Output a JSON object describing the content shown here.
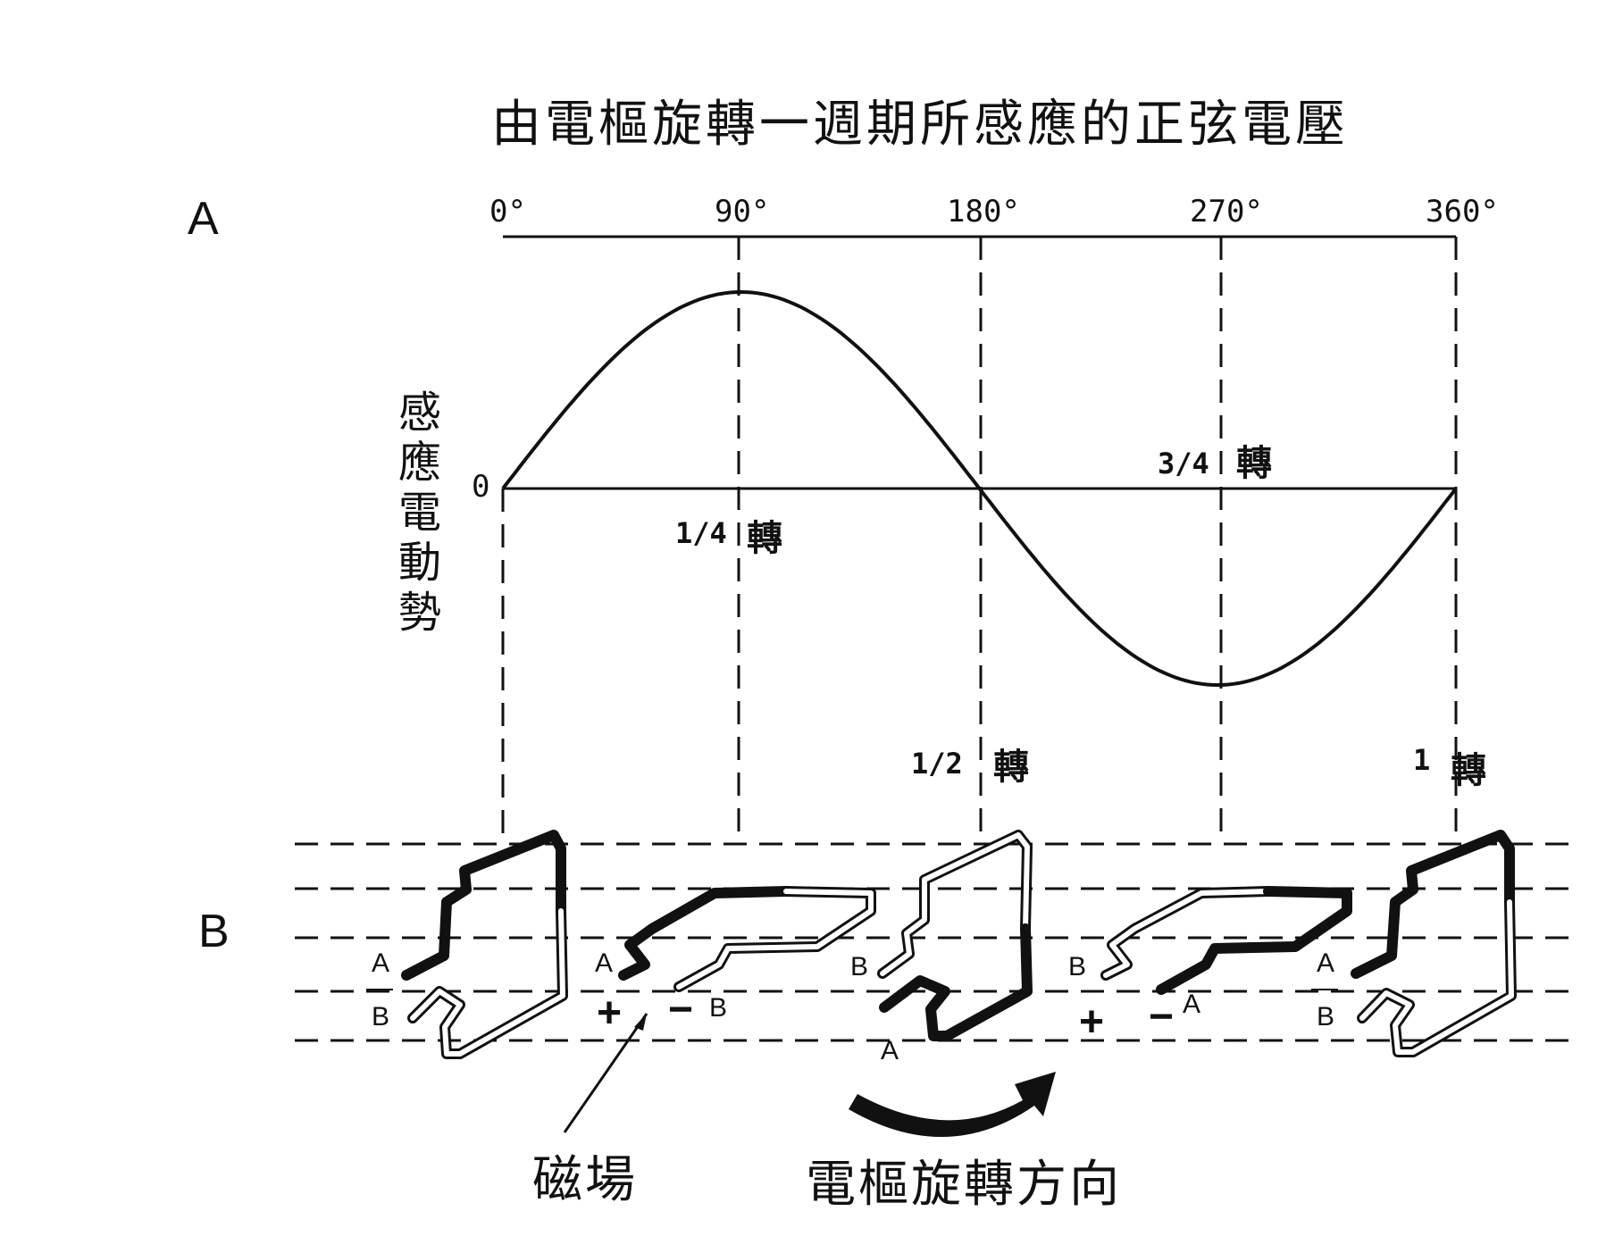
{
  "title": "由電樞旋轉一週期所感應的正弦電壓",
  "panel_a_label": "A",
  "panel_b_label": "B",
  "y_axis_label": [
    "感",
    "應",
    "電",
    "動",
    "勢"
  ],
  "zero_label": "0",
  "degree_labels": [
    "0°",
    "90°",
    "180°",
    "270°",
    "360°"
  ],
  "turn_labels": [
    {
      "fraction": "1/4",
      "char": "轉"
    },
    {
      "fraction": "1/2",
      "char": "轉"
    },
    {
      "fraction": "3/4",
      "char": "轉"
    },
    {
      "fraction": "1",
      "char": "轉"
    }
  ],
  "coil_terminal_labels": {
    "coil1": [
      "A",
      "B"
    ],
    "coil2": [
      "A",
      "B"
    ],
    "coil3": [
      "B",
      "A"
    ],
    "coil4": [
      "B",
      "A"
    ],
    "coil5": [
      "A",
      "B"
    ]
  },
  "polarity": {
    "plus": "+",
    "minus": "−"
  },
  "magnetic_field_label": "磁場",
  "rotation_direction_label": "電樞旋轉方向",
  "chart_data": {
    "type": "line",
    "x_unit": "degrees",
    "x": [
      0,
      90,
      180,
      270,
      360
    ],
    "y": [
      0,
      1,
      0,
      -1,
      0
    ],
    "xlim": [
      0,
      360
    ],
    "curve": "sine"
  }
}
